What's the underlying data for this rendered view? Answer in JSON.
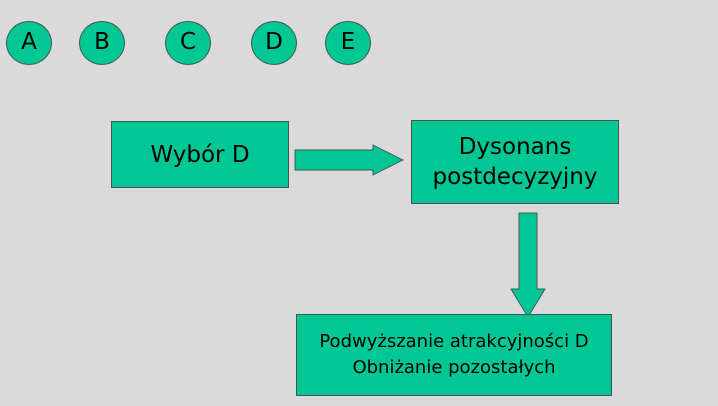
{
  "canvas": {
    "background_color": "#dadada",
    "shape_fill_color": "#00c794",
    "shape_border_color": "#4a5a56",
    "text_color": "#000000"
  },
  "options_row": {
    "items": [
      {
        "label": "A"
      },
      {
        "label": "B"
      },
      {
        "label": "C"
      },
      {
        "label": "D"
      },
      {
        "label": "E"
      }
    ]
  },
  "flow": {
    "choice_box": {
      "label": "Wybór D"
    },
    "dissonance_box": {
      "line1": "Dysonans",
      "line2": "postdecyzyjny"
    },
    "outcome_box": {
      "line1": "Podwyższanie atrakcyjności D",
      "line2": "Obniżanie pozostałych"
    },
    "arrow_horizontal": {
      "name": "arrow-right"
    },
    "arrow_vertical": {
      "name": "arrow-down"
    }
  }
}
